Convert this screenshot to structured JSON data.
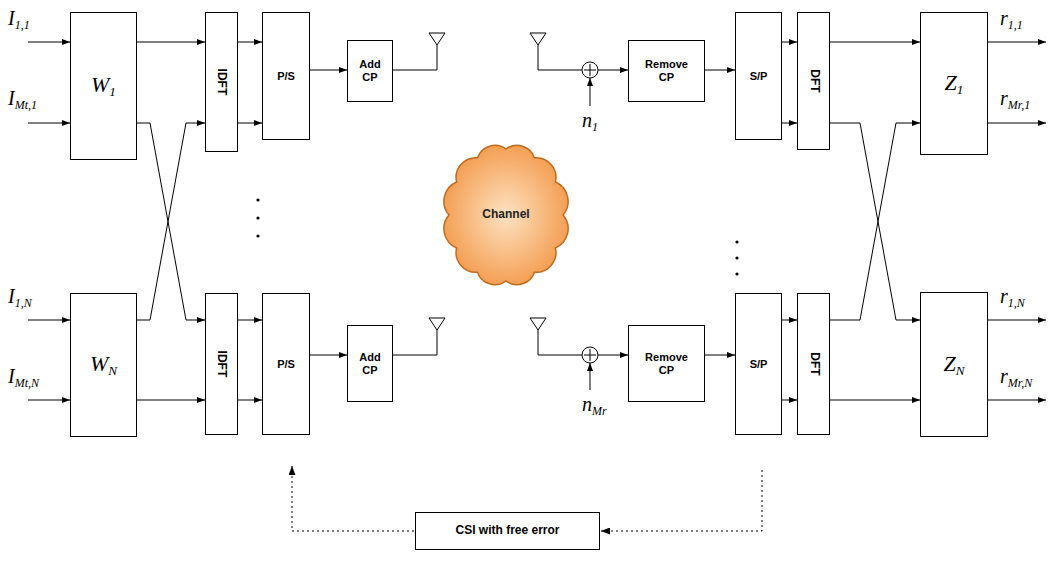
{
  "diagram": {
    "nodes": [
      {
        "text": [
          "W1"
        ]
      },
      {
        "text": [
          "IDFT"
        ]
      },
      {
        "text": [
          "P/S"
        ]
      },
      {
        "text": [
          "Add CP"
        ]
      },
      {
        "text": [
          "WN"
        ]
      },
      {
        "text": [
          "IDFT"
        ]
      },
      {
        "text": [
          "P/S"
        ]
      },
      {
        "text": [
          "Add CP"
        ]
      },
      {
        "text": [
          "Channel"
        ]
      },
      {
        "text": [
          "Remove CP"
        ]
      },
      {
        "text": [
          "S/P"
        ]
      },
      {
        "text": [
          "DFT"
        ]
      },
      {
        "text": [
          "Z1"
        ]
      },
      {
        "text": [
          "Remove CP"
        ]
      },
      {
        "text": [
          "S/P"
        ]
      },
      {
        "text": [
          "DFT"
        ]
      },
      {
        "text": [
          "ZN"
        ]
      },
      {
        "text": [
          "CSI with free error"
        ]
      }
    ],
    "edges": [
      {
        "from": 0,
        "to": 1,
        "arrow": "to"
      },
      {
        "from": 0,
        "to": 5,
        "arrow": "to"
      },
      {
        "from": 4,
        "to": 1,
        "arrow": "to"
      },
      {
        "from": 4,
        "to": 5,
        "arrow": "to"
      },
      {
        "from": 1,
        "to": 2,
        "arrow": "to"
      },
      {
        "from": 1,
        "to": 2,
        "arrow": "to"
      },
      {
        "from": 5,
        "to": 6,
        "arrow": "to"
      },
      {
        "from": 5,
        "to": 6,
        "arrow": "to"
      },
      {
        "from": 2,
        "to": 3,
        "arrow": "to"
      },
      {
        "from": 6,
        "to": 7,
        "arrow": "to"
      },
      {
        "from": 9,
        "to": 10,
        "arrow": "to"
      },
      {
        "from": 13,
        "to": 14,
        "arrow": "to"
      },
      {
        "from": 10,
        "to": 11,
        "arrow": "to"
      },
      {
        "from": 10,
        "to": 11,
        "arrow": "to"
      },
      {
        "from": 14,
        "to": 15,
        "arrow": "to"
      },
      {
        "from": 14,
        "to": 15,
        "arrow": "to"
      },
      {
        "from": 11,
        "to": 12,
        "arrow": "to"
      },
      {
        "from": 11,
        "to": 16,
        "arrow": "to"
      },
      {
        "from": 15,
        "to": 12,
        "arrow": "to"
      },
      {
        "from": 15,
        "to": 16,
        "arrow": "to"
      }
    ],
    "labels": [
      "I1,1",
      "IMt,1",
      "I1,N",
      "IMt,N",
      "n1",
      "nMr",
      "r1,1",
      "rMr,1",
      "r1,N",
      "rMr,N"
    ]
  }
}
